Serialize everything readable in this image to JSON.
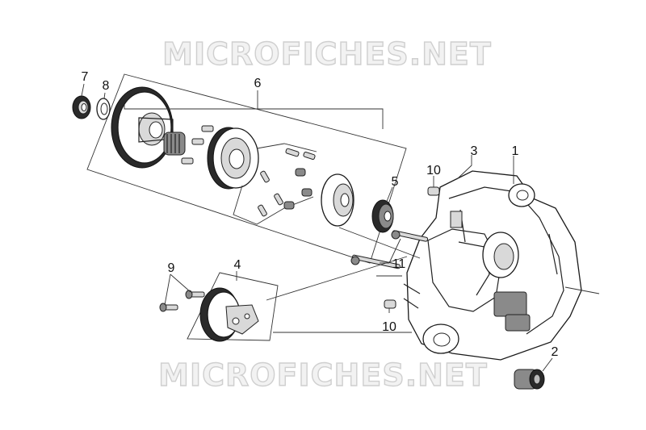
{
  "watermark": {
    "top_text": "MICROFICHES.NET",
    "bottom_text": "MICROFICHES.NET"
  },
  "callouts": {
    "c1": "1",
    "c2": "2",
    "c3": "3",
    "c4": "4",
    "c5": "5",
    "c6": "6",
    "c7": "7",
    "c8": "8",
    "c9": "9",
    "c10_top": "10",
    "c10_bottom": "10",
    "c11": "11"
  }
}
